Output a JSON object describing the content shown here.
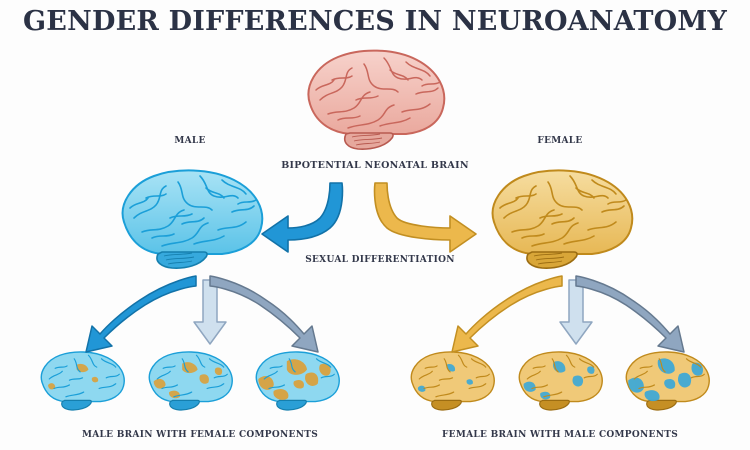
{
  "title": "GENDER DIFFERENCES IN NEUROANATOMY",
  "labels": {
    "male": "MALE",
    "female": "FEMALE",
    "source_brain": "BIPOTENTIAL NEONATAL BRAIN",
    "process": "SEXUAL DIFFERENTIATION",
    "male_result": "MALE BRAIN WITH FEMALE COMPONENTS",
    "female_result": "FEMALE BRAIN WITH MALE COMPONENTS"
  },
  "colors": {
    "title": "#2b3245",
    "label": "#33384a",
    "background": "#fdfdfd",
    "neonatal_outline": "#c9675c",
    "neonatal_fill": "#f2bdb4",
    "male_outline": "#1b9fd8",
    "male_fill": "#8ed8f0",
    "female_outline": "#c08a1c",
    "female_fill": "#f0c978",
    "arrow_blue": "#2196d6",
    "arrow_gold": "#e8b84b",
    "arrow_steel": "#8fa6c0",
    "arrow_pale": "#cfe0ee"
  },
  "diagram": {
    "nodes": [
      {
        "id": "neonatal-brain",
        "name": "bipotential-neonatal-brain",
        "tint": "neonatal"
      },
      {
        "id": "male-brain",
        "name": "male-brain",
        "tint": "male"
      },
      {
        "id": "female-brain",
        "name": "female-brain",
        "tint": "female"
      }
    ],
    "male_variants": [
      {
        "id": "male-variant-1",
        "female_component_level": 1
      },
      {
        "id": "male-variant-2",
        "female_component_level": 2
      },
      {
        "id": "male-variant-3",
        "female_component_level": 3
      }
    ],
    "female_variants": [
      {
        "id": "female-variant-1",
        "male_component_level": 1
      },
      {
        "id": "female-variant-2",
        "male_component_level": 2
      },
      {
        "id": "female-variant-3",
        "male_component_level": 3
      }
    ],
    "arrows": [
      {
        "id": "arrow-to-male",
        "color": "arrow_blue",
        "direction": "down-left"
      },
      {
        "id": "arrow-to-female",
        "color": "arrow_gold",
        "direction": "down-right"
      },
      {
        "id": "arrow-male-left",
        "color": "arrow_blue",
        "direction": "down-left"
      },
      {
        "id": "arrow-male-center",
        "color": "arrow_pale",
        "direction": "down"
      },
      {
        "id": "arrow-male-right",
        "color": "arrow_steel",
        "direction": "down-right"
      },
      {
        "id": "arrow-female-left",
        "color": "arrow_gold",
        "direction": "down-left"
      },
      {
        "id": "arrow-female-center",
        "color": "arrow_pale",
        "direction": "down"
      },
      {
        "id": "arrow-female-right",
        "color": "arrow_steel",
        "direction": "down-right"
      }
    ]
  }
}
